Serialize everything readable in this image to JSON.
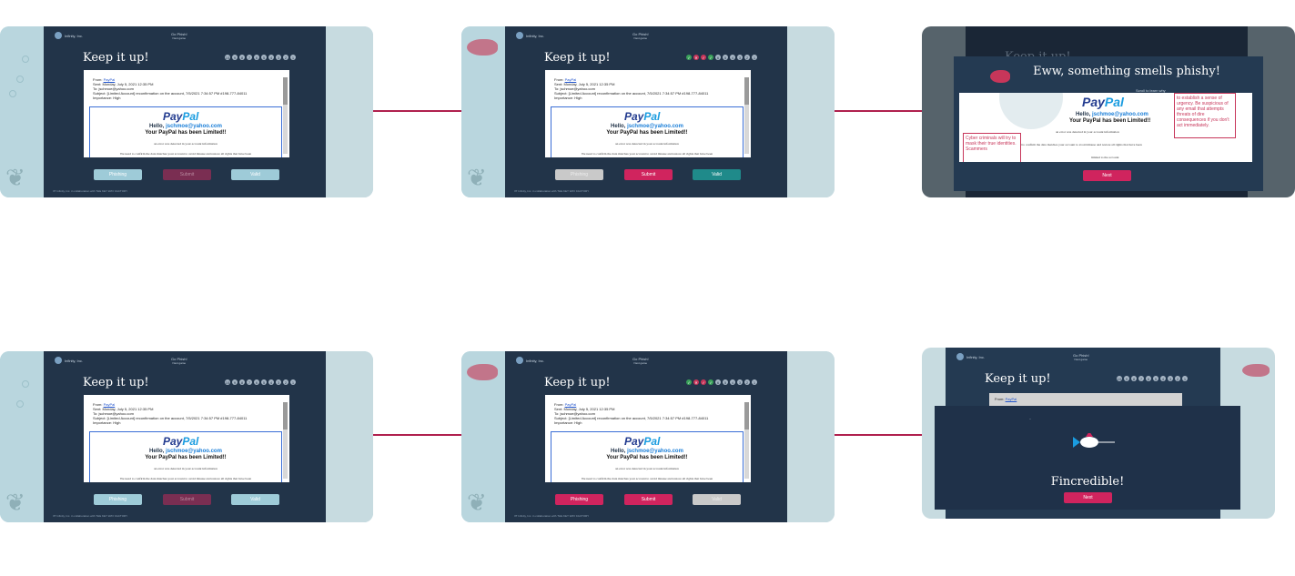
{
  "screens": [
    {
      "heading": "Keep it up!",
      "logo": "Infinity, Inc.",
      "app_title": "Go Phish!",
      "subtitle": "Next game",
      "footer": "IIT Infinity, Inc. in collaboration with THE KEY WAY FACTORY",
      "progress": [
        "10",
        "9",
        "8",
        "7",
        "6",
        "5",
        "4",
        "3",
        "2",
        "1"
      ],
      "buttons": {
        "phishing": "Phishing",
        "submit": "Submit",
        "valid": "Valid"
      }
    },
    {
      "heading": "Keep it up!",
      "logo": "Infinity, Inc.",
      "app_title": "Go Phish!",
      "subtitle": "Next game",
      "footer": "IIT Infinity, Inc. in collaboration with THE KEY WAY FACTORY",
      "progress": [
        "✓",
        "✕",
        "✓",
        "✓",
        "6",
        "5",
        "4",
        "3",
        "2",
        "1"
      ],
      "buttons": {
        "phishing": "Phishing",
        "submit": "Submit",
        "valid": "Valid"
      }
    },
    {
      "heading": "Keep it up!",
      "logo": "Infinity, Inc.",
      "app_title": "Go Phish!",
      "subtitle": "Next game",
      "footer": "IIT Infinity, Inc. in collaboration with THE KEY WAY FACTORY",
      "progress": [
        "10",
        "9",
        "8",
        "7",
        "6",
        "5",
        "4",
        "3",
        "2",
        "1"
      ],
      "buttons": {
        "phishing": "Phishing",
        "submit": "Submit",
        "valid": "Valid"
      }
    },
    {
      "heading": "Keep it up!",
      "logo": "Infinity, Inc.",
      "app_title": "Go Phish!",
      "subtitle": "Next game",
      "footer": "IIT Infinity, Inc. in collaboration with THE KEY WAY FACTORY",
      "progress": [
        "✓",
        "✕",
        "✓",
        "✓",
        "6",
        "5",
        "4",
        "3",
        "2",
        "1"
      ],
      "buttons": {
        "phishing": "Phishing",
        "submit": "Submit",
        "valid": "Valid"
      }
    }
  ],
  "email": {
    "from_label": "From:",
    "from": "PayPal",
    "sent": "Sent: Monday, July 5, 2021 12:35 PM",
    "to": "To: jschmoe@yahoo.com",
    "subject": "Subject: [Limited Account] reconfirmation on the account, 7/5/2021 7:34:57 PM #198-777-84011",
    "importance": "Importance: High",
    "brand_pay": "Pay",
    "brand_pal": "Pal",
    "hello": "Hello,",
    "hello_email": "jschmoe@yahoo.com",
    "limited": "Your PayPal has been Limited!!",
    "line1": "an error was detected in your account information",
    "line2": "We need to confirm the data matches your account to avoid misuse and restore all rights that have been"
  },
  "phishy_modal": {
    "title": "Eww, something smells phishy!",
    "scroll_hint": "Scroll to learn why",
    "callout_right": "to establish a sense of urgency. Be suspicious of any email that attempts threats of dire consequences if you don't act immediately.",
    "callout_left": "Cyber criminals will try to mask their true identities. Scammers",
    "body_line": "t need to confirm the data matches your account to avoid misuse and restore all rights that have been",
    "body_line2": "limited to the account",
    "next": "Next",
    "bg_heading": "Keep it up!"
  },
  "success_modal": {
    "title": "Fincredible!",
    "next": "Next",
    "bg_heading": "Keep it up!",
    "logo": "Infinity, Inc.",
    "app_title": "Go Phish!",
    "subtitle": "Next game",
    "from_label": "From:",
    "from": "PayPal",
    "progress": [
      "10",
      "9",
      "8",
      "7",
      "6",
      "5",
      "4",
      "3",
      "2",
      "1"
    ]
  },
  "colors": {
    "panel": "#223449",
    "accent": "#d0245e",
    "valid": "#1f8a8a",
    "connector": "#b0204e"
  }
}
